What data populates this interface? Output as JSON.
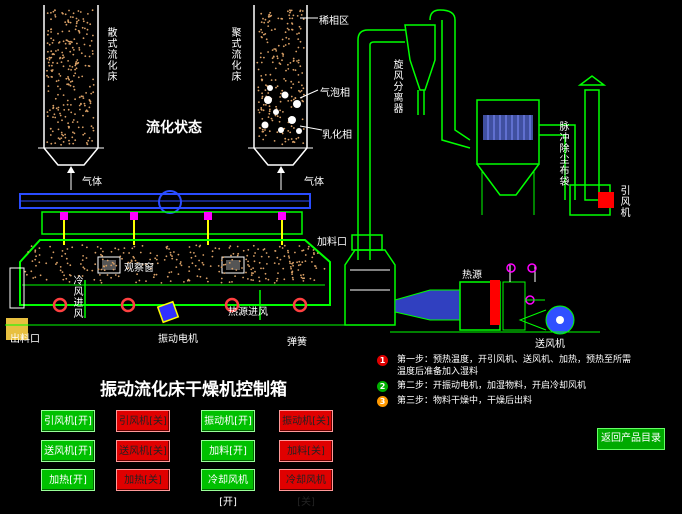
{
  "diagram": {
    "state_title": "流化状态",
    "column_left_label": "散式流化床",
    "column_right_label": "聚式流化床",
    "gas_left": "气体",
    "gas_right": "气体",
    "dilute_phase": "稀相区",
    "bubble_phase": "气泡相",
    "emulsion_phase": "乳化相",
    "cyclone_label": "旋风分离器",
    "bag_filter_label": "脉冲除尘布袋",
    "induced_fan_label": "引风机",
    "feed_port": "加料口",
    "observation_window": "观察窗",
    "heat_source_label": "热源",
    "air_inlet": "冷风进风",
    "hot_air_inlet": "热源进风",
    "discharge_port": "出料口",
    "vibration_motor": "振动电机",
    "spring": "弹簧",
    "blower_label": "送风机"
  },
  "panel": {
    "title": "振动流化床干燥机控制箱",
    "buttons": [
      {
        "label": "引风机[开]",
        "state": "on"
      },
      {
        "label": "引风机[关]",
        "state": "off"
      },
      {
        "label": "振动机[开]",
        "state": "on"
      },
      {
        "label": "振动机[关]",
        "state": "off"
      },
      {
        "label": "送风机[开]",
        "state": "on"
      },
      {
        "label": "送风机[关]",
        "state": "off"
      },
      {
        "label": "加料[开]",
        "state": "on"
      },
      {
        "label": "加料[关]",
        "state": "off"
      },
      {
        "label": "加热[开]",
        "state": "on"
      },
      {
        "label": "加热[关]",
        "state": "off"
      },
      {
        "label": "冷却风机[开]",
        "state": "on"
      },
      {
        "label": "冷却风机[关]",
        "state": "off"
      }
    ]
  },
  "steps": [
    {
      "num": "1",
      "color": "#e00000",
      "line1": "第一步：预热温度，开引风机、送风机、加热，预热至所需",
      "line2": "温度后准备加入湿料"
    },
    {
      "num": "2",
      "color": "#00b000",
      "line1": "第二步：开振动电机，加湿物料，开启冷却风机",
      "line2": ""
    },
    {
      "num": "3",
      "color": "#ff9900",
      "line1": "第三步：物料干燥中，干燥后出料",
      "line2": ""
    }
  ],
  "return_button": "返回产品目录"
}
